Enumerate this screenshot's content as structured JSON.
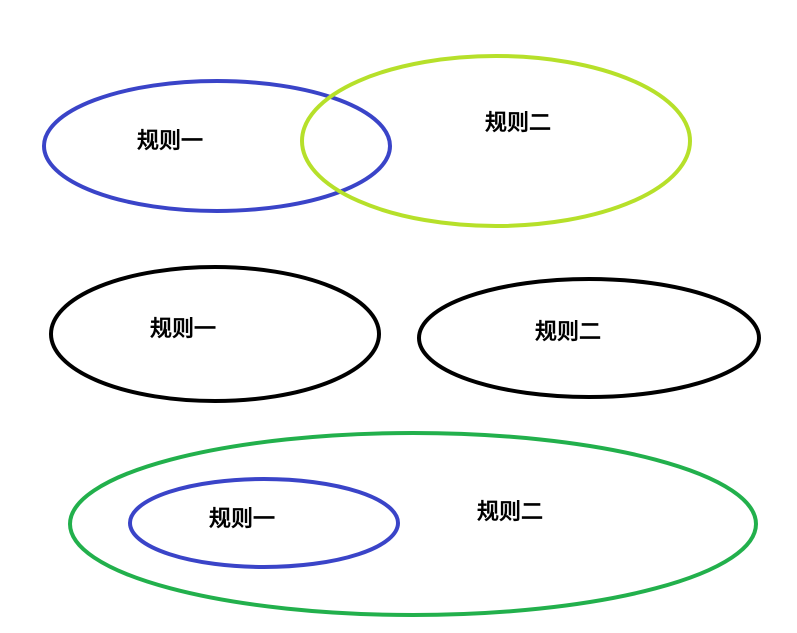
{
  "colors": {
    "blue": "#3a44c8",
    "lime": "#b6e02a",
    "black": "#000000",
    "green": "#22b04c"
  },
  "diagrams": [
    {
      "relation": "overlapping",
      "rule_one": {
        "label": "规则一",
        "color": "#3a44c8"
      },
      "rule_two": {
        "label": "规则二",
        "color": "#b6e02a"
      }
    },
    {
      "relation": "disjoint",
      "rule_one": {
        "label": "规则一",
        "color": "#000000"
      },
      "rule_two": {
        "label": "规则二",
        "color": "#000000"
      }
    },
    {
      "relation": "nested",
      "rule_one": {
        "label": "规则一",
        "color": "#3a44c8"
      },
      "rule_two": {
        "label": "规则二",
        "color": "#22b04c"
      }
    }
  ]
}
